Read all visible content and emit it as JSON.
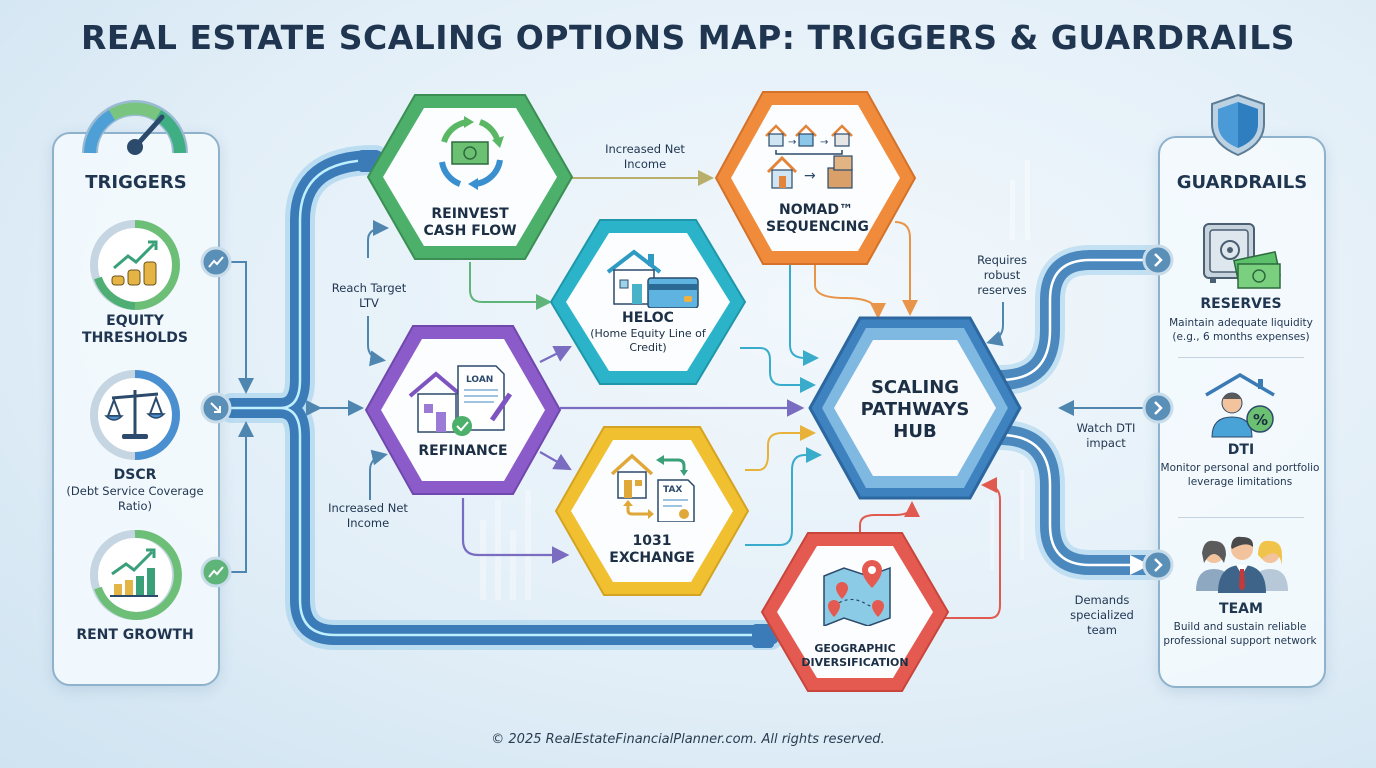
{
  "title": "REAL ESTATE SCALING OPTIONS MAP: TRIGGERS & GUARDRAILS",
  "triggers": {
    "heading": "TRIGGERS",
    "header_icon": "gauge-icon",
    "items": [
      {
        "label": "EQUITY THRESHOLDS",
        "sub": "",
        "icon": "coins-trend-icon",
        "connector_icon": "trend-up-icon"
      },
      {
        "label": "DSCR",
        "sub": "(Debt Service Coverage Ratio)",
        "icon": "balance-scale-icon",
        "connector_icon": "arrow-down-right-icon"
      },
      {
        "label": "RENT GROWTH",
        "sub": "",
        "icon": "bar-growth-icon",
        "connector_icon": "trend-up-icon"
      }
    ]
  },
  "options": [
    {
      "id": "reinvest",
      "label": "REINVEST CASH FLOW",
      "sub": "",
      "icon": "cash-cycle-icon",
      "color": "#4caf6a"
    },
    {
      "id": "nomad",
      "label": "NOMAD™ SEQUENCING",
      "sub": "",
      "icon": "house-sequence-icon",
      "color": "#ef8b3a"
    },
    {
      "id": "heloc",
      "label": "HELOC",
      "sub": "(Home Equity Line of Credit)",
      "icon": "house-credit-card-icon",
      "color": "#2bb3c9"
    },
    {
      "id": "refinance",
      "label": "REFINANCE",
      "sub": "",
      "icon": "house-loan-document-icon",
      "color": "#8b5cc9"
    },
    {
      "id": "exchange",
      "label": "1031 EXCHANGE",
      "sub": "",
      "icon": "house-tax-swap-icon",
      "color": "#f0c030"
    },
    {
      "id": "geo",
      "label": "GEOGRAPHIC DIVERSIFICATION",
      "sub": "",
      "icon": "map-pins-icon",
      "color": "#e55a50"
    }
  ],
  "hub": {
    "label": "SCALING PATHWAYS HUB",
    "color": "#3e82c0"
  },
  "edge_labels": {
    "reinvest_to_nomad": "Increased Net Income",
    "reach_ltv": "Reach Target LTV",
    "net_income_refi": "Increased Net Income",
    "requires_reserves": "Requires robust reserves",
    "watch_dti": "Watch DTI impact",
    "demands_team": "Demands specialized team"
  },
  "guardrails": {
    "heading": "GUARDRAILS",
    "header_icon": "shield-icon",
    "items": [
      {
        "label": "RESERVES",
        "desc": "Maintain adequate liquidity (e.g., 6 months expenses)",
        "icon": "safe-cash-icon",
        "connector_icon": "chevron-right-icon"
      },
      {
        "label": "DTI",
        "desc": "Monitor personal and portfolio leverage limitations",
        "icon": "person-house-percent-icon",
        "connector_icon": "chevron-right-icon"
      },
      {
        "label": "TEAM",
        "desc": "Build and sustain reliable professional support network",
        "icon": "team-people-icon",
        "connector_icon": "chevron-right-icon"
      }
    ]
  },
  "footer": "© 2025 RealEstateFinancialPlanner.com. All rights reserved."
}
